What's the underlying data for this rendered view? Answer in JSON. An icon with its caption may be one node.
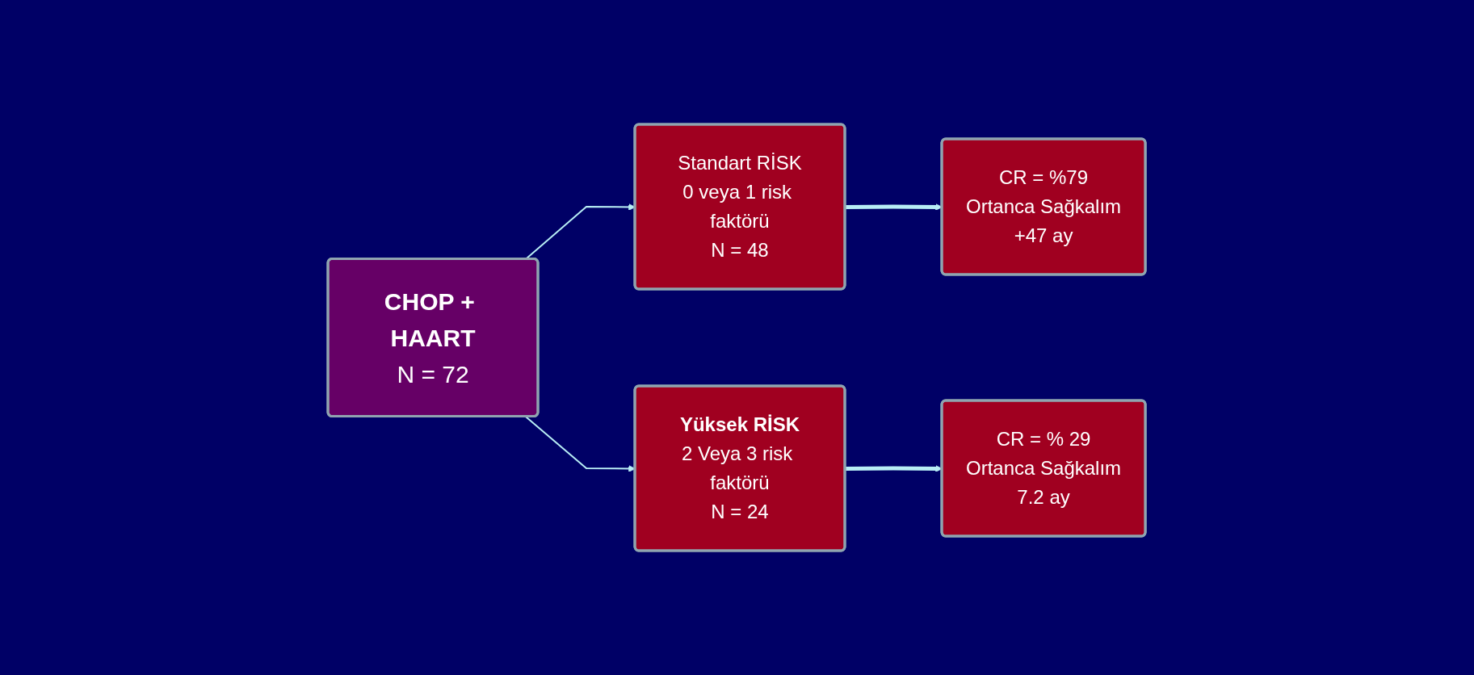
{
  "diagram": {
    "nodes": [
      {
        "text": [
          "CHOP + HAART",
          "N = 72"
        ]
      },
      {
        "text": [
          "Standart RİSK",
          "0 veya 1 risk faktörü",
          "N = 48"
        ]
      },
      {
        "text": [
          "CR = %79",
          "Ortanca Sağkalım",
          "+47 ay"
        ]
      },
      {
        "text": [
          "Yüksek RİSK",
          "2 Veya 3 risk faktörü",
          "N = 24"
        ]
      },
      {
        "text": [
          "CR = % 29",
          "Ortanca Sağkalım",
          "7.2 ay"
        ]
      }
    ],
    "edges": [
      {
        "from": 0,
        "to": 1,
        "arrow": "to"
      },
      {
        "from": 1,
        "to": 2,
        "arrow": "to",
        "style": "thick"
      },
      {
        "from": 0,
        "to": 3,
        "arrow": "to"
      },
      {
        "from": 3,
        "to": 4,
        "arrow": "to",
        "style": "thick"
      }
    ]
  }
}
